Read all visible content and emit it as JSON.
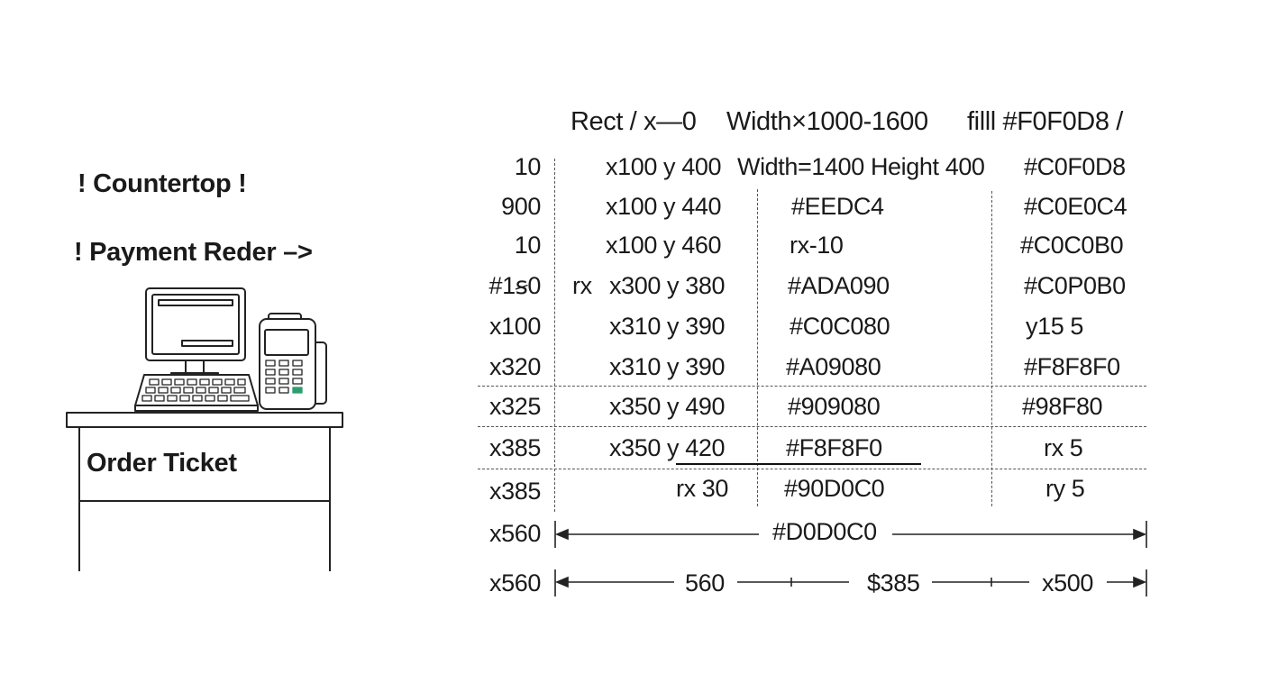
{
  "left_labels": {
    "countertop": "! Countertop !",
    "payment_reader": "! Payment Reder –>",
    "order_ticket": "Order Ticket"
  },
  "spec": {
    "header": [
      "Rect / x—0",
      "Width×1000-1600",
      "filll #F0F0D8 /"
    ],
    "rows": [
      {
        "a": "10",
        "b": "x100 y 400",
        "c": "Width=1400 Height 400",
        "d": "#C0F0D8"
      },
      {
        "a": "900",
        "b": "x100 y 440",
        "c": "#EEDC4",
        "d": "#C0E0C4"
      },
      {
        "a": "10",
        "b": "x100 y 460",
        "c": "rx-10",
        "d": "#C0C0B0"
      },
      {
        "a": "#1ꞩ0",
        "rx": "rx",
        "b": "x300 y 380",
        "c": "#ADA090",
        "d": "#C0P0B0"
      },
      {
        "a": "x100",
        "b": "x310 y 390",
        "c": "#C0C080",
        "d": "y15 5"
      },
      {
        "a": "x320",
        "b": "x310 y 390",
        "c": "#A09080",
        "d": "#F8F8F0"
      },
      {
        "a": "x325",
        "b": "x350 y 490",
        "c": "#909080",
        "d": "#98F80"
      },
      {
        "a": "x385",
        "b": "x350 y 420",
        "c": "#F8F8F0",
        "d": "rx 5"
      },
      {
        "a": "x385",
        "b": "rx 30",
        "c": "#90D0C0",
        "d": "ry 5"
      }
    ],
    "span_row": {
      "a": "x560",
      "label": "#D0D0C0"
    },
    "dims_row": {
      "a": "x560",
      "seg1": "560",
      "seg2": "$385",
      "seg3": "x500"
    }
  }
}
